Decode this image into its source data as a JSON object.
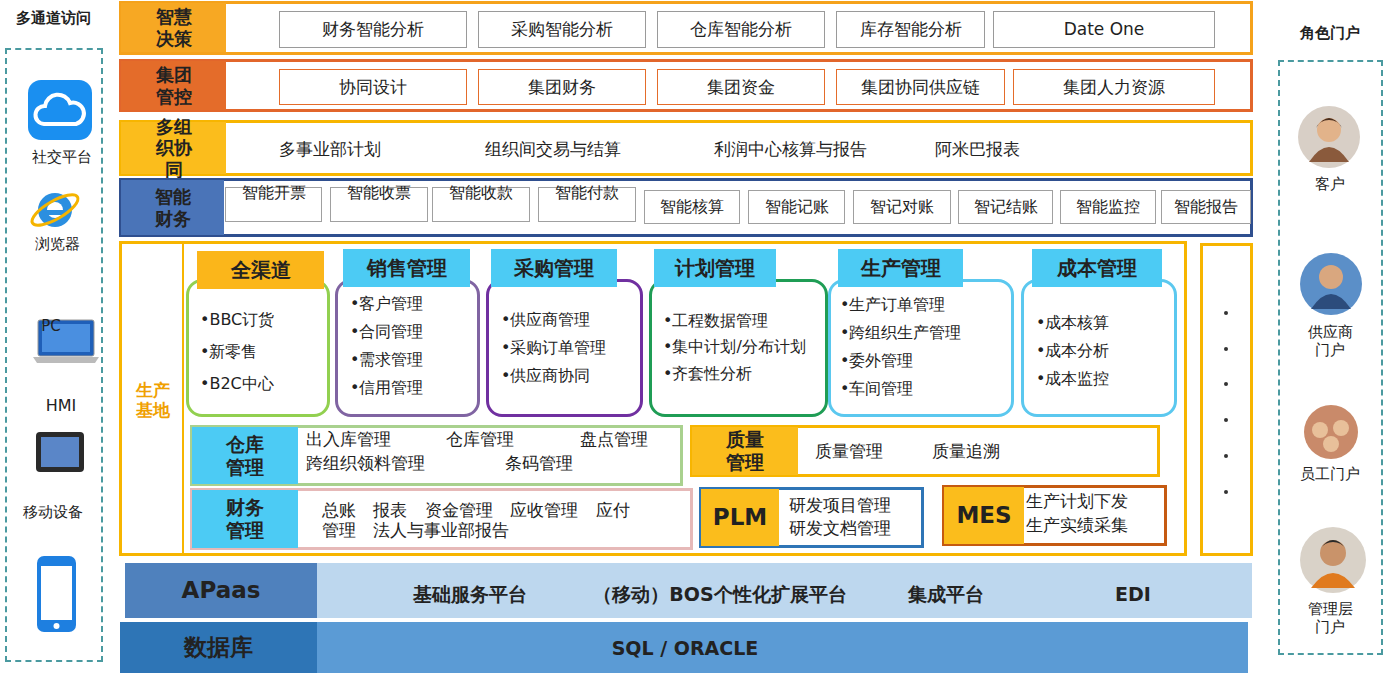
{
  "diagram": {
    "nodes": [
      {
        "text": [
          "多通道访问",
          "社交平台",
          "浏览器",
          "PC",
          "HMI",
          "移动设备"
        ]
      },
      {
        "text": [
          "智慧决策"
        ]
      },
      {
        "text": [
          "财务智能分析"
        ],
        "in": 1
      },
      {
        "text": [
          "采购智能分析"
        ],
        "in": 1
      },
      {
        "text": [
          "仓库智能分析"
        ],
        "in": 1
      },
      {
        "text": [
          "库存智能分析"
        ],
        "in": 1
      },
      {
        "text": [
          "Date One"
        ],
        "in": 1
      },
      {
        "text": [
          "集团管控"
        ]
      },
      {
        "text": [
          "协同设计"
        ],
        "in": 7
      },
      {
        "text": [
          "集团财务"
        ],
        "in": 7
      },
      {
        "text": [
          "集团资金"
        ],
        "in": 7
      },
      {
        "text": [
          "集团协同供应链"
        ],
        "in": 7
      },
      {
        "text": [
          "集团人力资源"
        ],
        "in": 7
      },
      {
        "text": [
          "多组织协同",
          "多事业部计划",
          "组织间交易与结算",
          "利润中心核算与报告",
          "阿米巴报表"
        ]
      },
      {
        "text": [
          "智能财务"
        ]
      },
      {
        "text": [
          "智能开票"
        ],
        "in": 14
      },
      {
        "text": [
          "智能收票"
        ],
        "in": 14
      },
      {
        "text": [
          "智能收款"
        ],
        "in": 14
      },
      {
        "text": [
          "智能付款"
        ],
        "in": 14
      },
      {
        "text": [
          "智能核算"
        ],
        "in": 14
      },
      {
        "text": [
          "智能记账"
        ],
        "in": 14
      },
      {
        "text": [
          "智记对账"
        ],
        "in": 14
      },
      {
        "text": [
          "智记结账"
        ],
        "in": 14
      },
      {
        "text": [
          "智能监控"
        ],
        "in": 14
      },
      {
        "text": [
          "智能报告"
        ],
        "in": 14
      },
      {
        "text": [
          "生产基地"
        ]
      },
      {
        "text": [
          "全渠道",
          "•BBC订货",
          "•新零售",
          "•B2C中心"
        ],
        "in": 25
      },
      {
        "text": [
          "销售管理",
          "•客户管理",
          "•合同管理",
          "•需求管理",
          "•信用管理"
        ],
        "in": 25
      },
      {
        "text": [
          "采购管理",
          "•供应商管理",
          "•采购订单管理",
          "•供应商协同"
        ],
        "in": 25
      },
      {
        "text": [
          "计划管理",
          "•工程数据管理",
          "•集中计划/分布计划",
          "•齐套性分析"
        ],
        "in": 25
      },
      {
        "text": [
          "生产管理",
          "•生产订单管理",
          "•跨组织生产管理",
          "•委外管理",
          "•车间管理"
        ],
        "in": 25
      },
      {
        "text": [
          "成本管理",
          "•成本核算",
          "•成本分析",
          "•成本监控"
        ],
        "in": 25
      },
      {
        "text": [
          "仓库管理",
          "出入库管理",
          "仓库管理",
          "盘点管理",
          "跨组织领料管理",
          "条码管理"
        ],
        "in": 25
      },
      {
        "text": [
          "质量管理",
          "质量管理",
          "质量追溯"
        ],
        "in": 25
      },
      {
        "text": [
          "财务管理",
          "总账 报表 资金管理 应收管理 应付 管理 法人与事业部报告"
        ],
        "in": 25
      },
      {
        "text": [
          "PLM",
          "研发项目管理",
          "研发文档管理"
        ],
        "in": 25
      },
      {
        "text": [
          "MES",
          "生产计划下发",
          "生产实绩采集"
        ],
        "in": 25
      },
      {
        "text": [
          "APaas",
          "基础服务平台",
          "（移动）BOS个性化扩展平台",
          "集成平台",
          "EDI"
        ]
      },
      {
        "text": [
          "数据库",
          "SQL / ORACLE"
        ]
      },
      {
        "text": [
          "角色门户",
          "客户",
          "供应商门户",
          "员工门户",
          "管理层门户"
        ]
      }
    ]
  }
}
